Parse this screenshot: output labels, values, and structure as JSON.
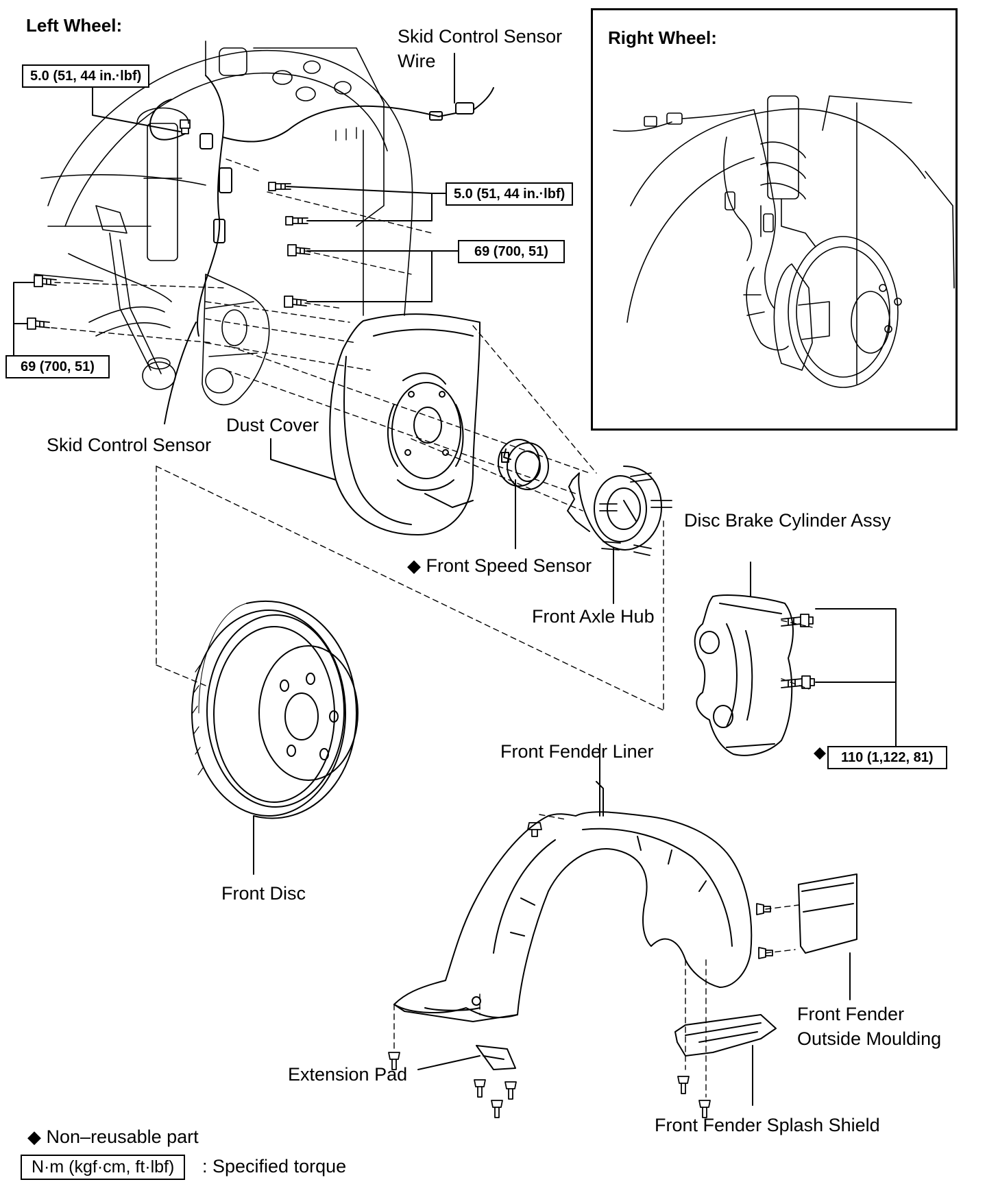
{
  "titles": {
    "left_wheel": "Left Wheel:",
    "right_wheel": "Right Wheel:"
  },
  "torque_specs": {
    "sensor_bolt_top": "5.0 (51, 44 in.·lbf)",
    "wire_clamp_bolts": "5.0 (51, 44 in.·lbf)",
    "knuckle_bolts_right": "69 (700, 51)",
    "knuckle_bolts_left": "69 (700, 51)",
    "caliper_bolts": "110 (1,122, 81)"
  },
  "labels": {
    "skid_control_sensor_wire_line1": "Skid Control Sensor",
    "skid_control_sensor_wire_line2": "Wire",
    "skid_control_sensor": "Skid Control Sensor",
    "dust_cover": "Dust Cover",
    "front_speed_sensor": "Front Speed Sensor",
    "front_axle_hub": "Front Axle Hub",
    "disc_brake_cylinder_assy": "Disc Brake Cylinder Assy",
    "front_disc": "Front Disc",
    "front_fender_liner": "Front Fender Liner",
    "front_fender_outside_moulding_line1": "Front Fender",
    "front_fender_outside_moulding_line2": "Outside Moulding",
    "extension_pad": "Extension Pad",
    "front_fender_splash_shield": "Front Fender Splash Shield"
  },
  "legend": {
    "non_reusable": "Non–reusable part",
    "torque_unit": "N·m (kgf·cm, ft·lbf)",
    "torque_desc": ": Specified torque"
  },
  "symbols": {
    "non_reusable_mark": "◆"
  }
}
